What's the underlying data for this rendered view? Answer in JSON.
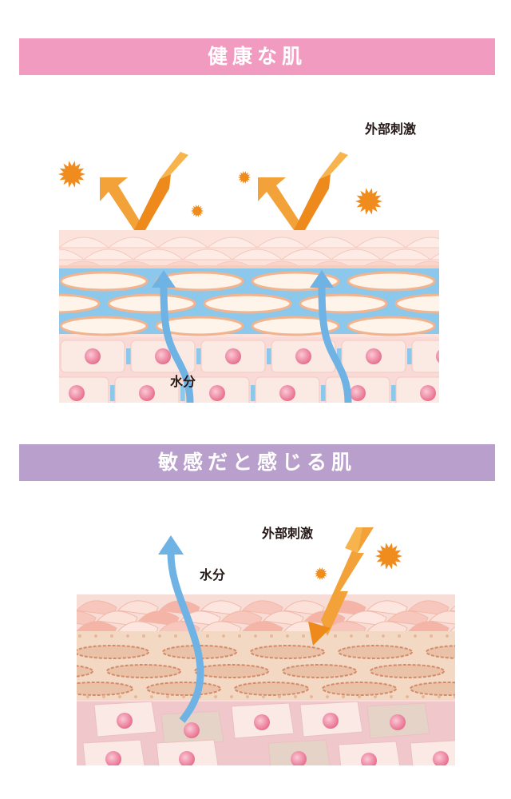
{
  "colors": {
    "healthy_banner": "#f09bbf",
    "sensitive_banner": "#b9a0cc",
    "stimulus_arrow": "#f08c1e",
    "moisture_arrow": "#6fb2e4",
    "cell_nucleus": "#ea7d98"
  },
  "healthy": {
    "title": "健康な肌",
    "stimulus_label": "外部刺激",
    "moisture_label": "水分"
  },
  "sensitive": {
    "title": "敏感だと感じる肌",
    "stimulus_label": "外部刺激",
    "moisture_label": "水分"
  },
  "icons": [
    "starburst-icon",
    "reflected-arrow-icon",
    "penetrating-arrow-icon",
    "moisture-arrow-icon"
  ]
}
